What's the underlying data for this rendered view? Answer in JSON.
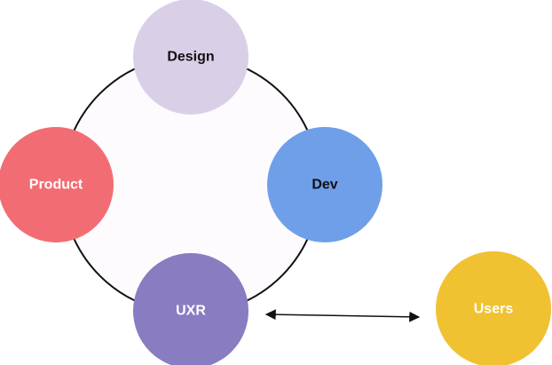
{
  "diagram": {
    "ring": {
      "fill": "#fdfbfd",
      "stroke": "#111111"
    },
    "nodes": [
      {
        "id": "design",
        "label": "Design",
        "fill": "#d9d0e8",
        "text_color": "#111111"
      },
      {
        "id": "dev",
        "label": "Dev",
        "fill": "#6f9fe9",
        "text_color": "#111111"
      },
      {
        "id": "product",
        "label": "Product",
        "fill": "#f26d73",
        "text_color": "#ffffff"
      },
      {
        "id": "uxr",
        "label": "UXR",
        "fill": "#8a7cc1",
        "text_color": "#ffffff"
      },
      {
        "id": "users",
        "label": "Users",
        "fill": "#f0c231",
        "text_color": "#ffffff"
      }
    ],
    "connector": {
      "from": "uxr",
      "to": "users",
      "type": "bidirectional-arrow",
      "color": "#111111"
    }
  }
}
